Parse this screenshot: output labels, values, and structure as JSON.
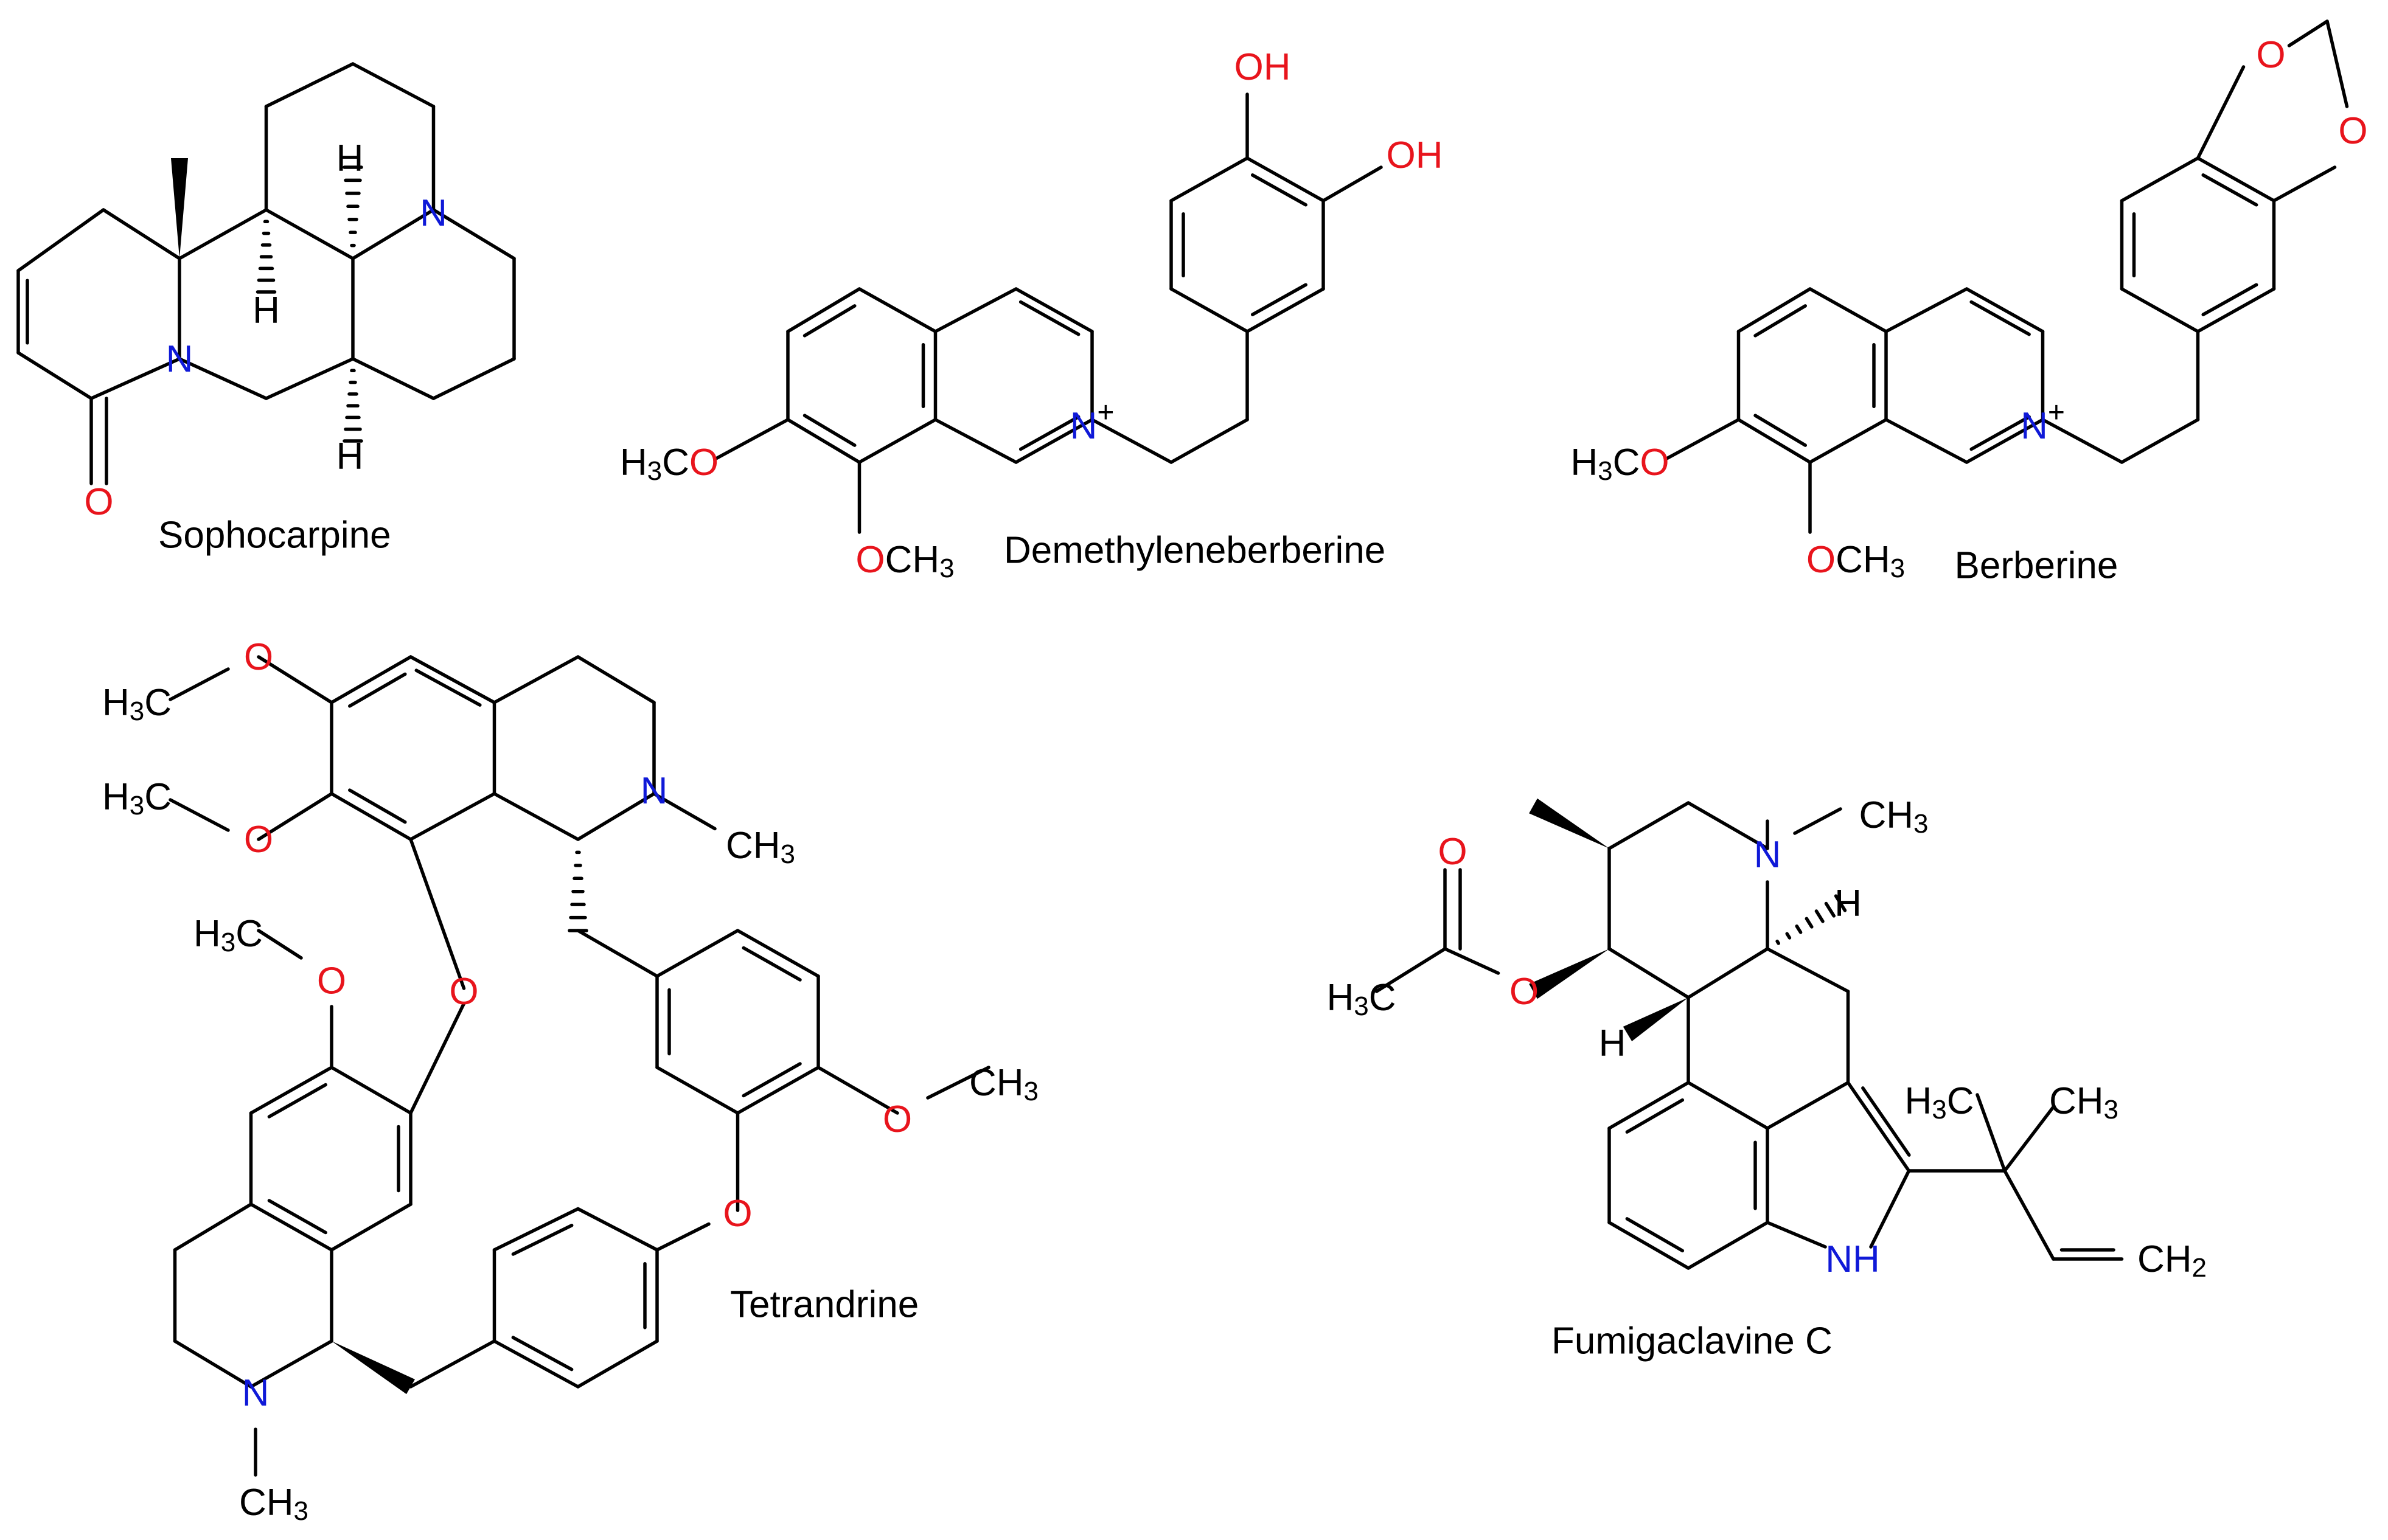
{
  "colors": {
    "bond": "#000000",
    "carbon": "#000000",
    "oxygen": "#e8141c",
    "nitrogen": "#0f19d8"
  },
  "compounds": [
    {
      "name": "Sophocarpine"
    },
    {
      "name": "Demethyleneberberine"
    },
    {
      "name": "Berberine"
    },
    {
      "name": "Tetrandrine"
    },
    {
      "name": "Fumigaclavine C"
    }
  ],
  "labels": {
    "O": "O",
    "N": "N",
    "H": "H",
    "OH": "OH",
    "C": "C",
    "CH": "CH",
    "sub3": "3",
    "sub2": "2",
    "plus": "+",
    "NH": "NH"
  }
}
